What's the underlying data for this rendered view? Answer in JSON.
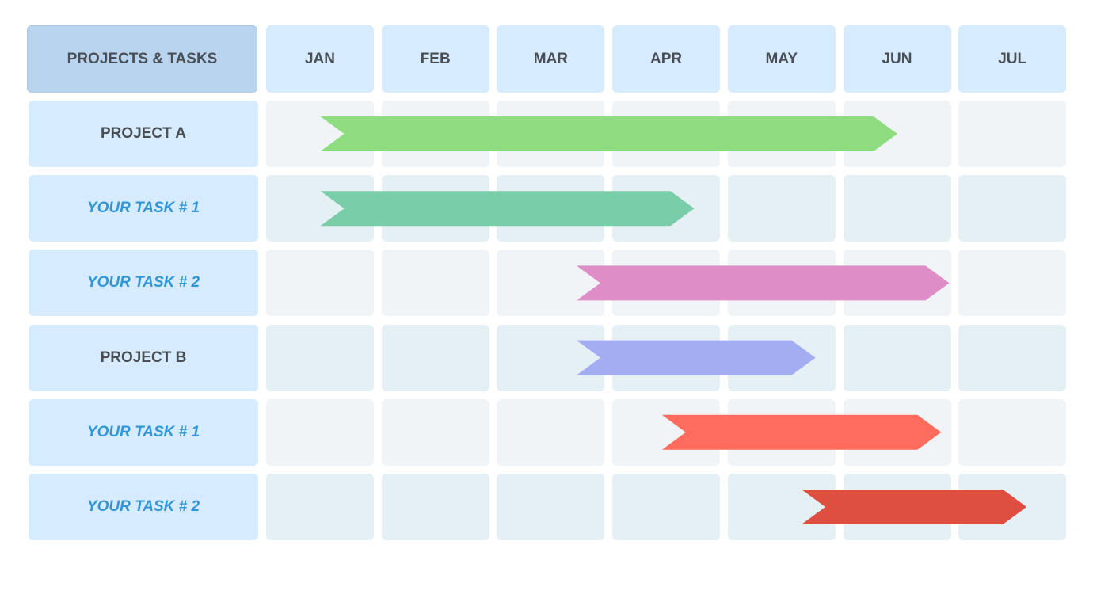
{
  "chart_data": {
    "type": "gantt",
    "title": "",
    "corner_label": "PROJECTS & TASKS",
    "months": [
      "JAN",
      "FEB",
      "MAR",
      "APR",
      "MAY",
      "JUN",
      "JUL"
    ],
    "rows": [
      {
        "label": "PROJECT A",
        "kind": "project",
        "start": 0.47,
        "end": 5.47,
        "color": "#8ddd80",
        "row_bg": "#f0f4f7"
      },
      {
        "label": "YOUR TASK # 1",
        "kind": "task",
        "start": 0.47,
        "end": 3.71,
        "color": "#79cda8",
        "row_bg": "#e4f0f4"
      },
      {
        "label": "YOUR TASK # 2",
        "kind": "task",
        "start": 2.69,
        "end": 5.92,
        "color": "#df8dc6",
        "row_bg": "#f0f4f7"
      },
      {
        "label": "PROJECT B",
        "kind": "project",
        "start": 2.69,
        "end": 4.76,
        "color": "#a4acf2",
        "row_bg": "#e4f0f4"
      },
      {
        "label": "YOUR TASK # 1",
        "kind": "task",
        "start": 3.43,
        "end": 5.85,
        "color": "#ff6b5d",
        "row_bg": "#f0f4f7"
      },
      {
        "label": "YOUR TASK # 2",
        "kind": "task",
        "start": 4.64,
        "end": 6.59,
        "color": "#de4e41",
        "row_bg": "#e4f0f4"
      }
    ]
  }
}
